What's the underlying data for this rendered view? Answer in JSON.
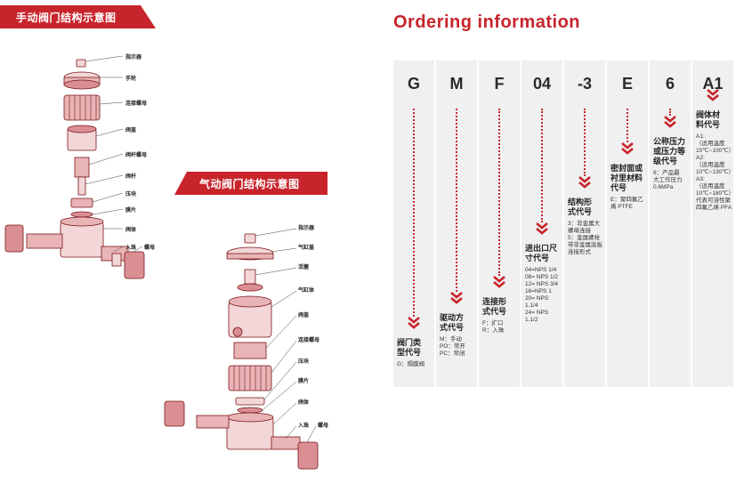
{
  "banners": {
    "manual": "手动阀门结构示意图",
    "pneumatic": "气动阀门结构示意图"
  },
  "manual_callouts": [
    "指示器",
    "手轮",
    "连接螺母",
    "阀盖",
    "阀杆螺母",
    "阀杆",
    "压块",
    "膜片",
    "阀体",
    "入珠",
    "螺母"
  ],
  "pneumatic_callouts": [
    "指示器",
    "气缸盖",
    "活塞",
    "气缸体",
    "阀盖",
    "连接螺母",
    "压块",
    "膜片",
    "阀体",
    "入珠",
    "螺母"
  ],
  "ordering": {
    "title": "Ordering information",
    "columns": [
      {
        "code": "G",
        "label": "阀门类\n型代号",
        "desc": "G：隔膜阀"
      },
      {
        "code": "M",
        "label": "驱动方\n式代号",
        "desc": "M：手动\nPO：常开\nPC：常闭"
      },
      {
        "code": "F",
        "label": "连接形\n式代号",
        "desc": "F：扩口\nR：入珠"
      },
      {
        "code": "04",
        "label": "进出口尺\n寸代号",
        "desc": "04=NPS 1/4\n08= NPS 1/2\n12= NPS 3/4\n16=NPS 1\n20= NPS 1.1/4\n24= NPS 1.1/2"
      },
      {
        "code": "-3",
        "label": "结构形\n式代号",
        "desc": "3：非金属大\n螺母连接\n5：金属螺栓\n带非金属底板\n连接形式"
      },
      {
        "code": "E",
        "label": "密封面或\n衬里材料\n代号",
        "desc": "E：聚四氟乙\n烯 PTFE"
      },
      {
        "code": "6",
        "label": "公称压力\n或压力等\n级代号",
        "desc": "6：产品最\n大工作压力\n0.6MPa"
      },
      {
        "code": "A1",
        "label": "阀体材\n料代号",
        "desc": "A1:\n（适用温度\n10℃~100℃）\nA2:\n（适用温度\n10℃~130℃）\nA3:\n（适用温度\n10℃~180℃）\n代表可溶性聚\n四氟乙烯 PFA"
      }
    ]
  },
  "colors": {
    "accent": "#c8242b",
    "panel": "#f0f0f0"
  }
}
